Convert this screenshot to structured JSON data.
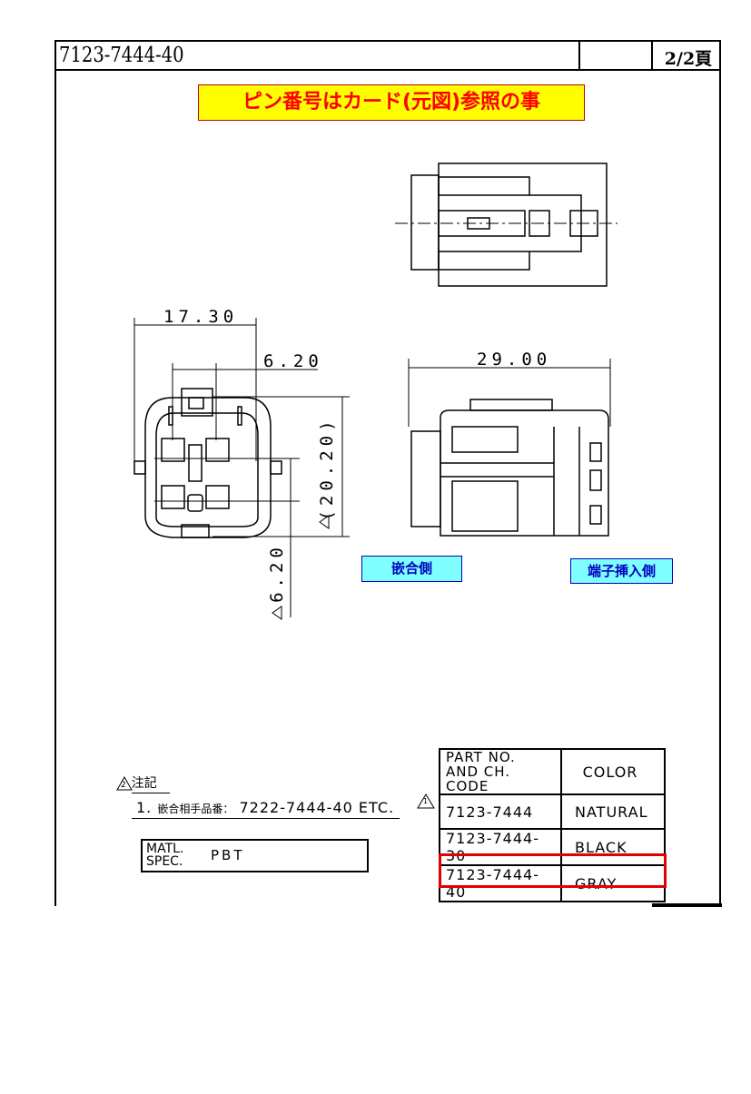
{
  "header": {
    "doc_number": "7123-7444-40",
    "page": "2/2頁"
  },
  "banner": "ピン番号はカード(元図)参照の事",
  "views": {
    "mating_side_label": "嵌合側",
    "terminal_insertion_side_label": "端子挿入側"
  },
  "dimensions": {
    "width_overall": "17.30",
    "pin_pitch_h": "6.20",
    "height_overall": "(20.20)",
    "pin_pitch_v": "6.20",
    "length": "29.00"
  },
  "notes": {
    "title": "注記",
    "title_mark": "2",
    "item1_prefix": "1.",
    "item1_label": "嵌合相手品番：",
    "item1_value": "7222-7444-40 ETC."
  },
  "material": {
    "label_line1": "MATL.",
    "label_line2": "SPEC.",
    "value": "PBT"
  },
  "parts_table": {
    "header": {
      "part_line1": "PART NO.",
      "part_line2": "AND CH.  CODE",
      "color": "COLOR"
    },
    "row_mark": "1",
    "rows": [
      {
        "part": "7123-7444",
        "color": "NATURAL"
      },
      {
        "part": "7123-7444-30",
        "color": "BLACK"
      },
      {
        "part": "7123-7444-40",
        "color": "GRAY"
      }
    ],
    "highlight_color": "#e00000"
  }
}
